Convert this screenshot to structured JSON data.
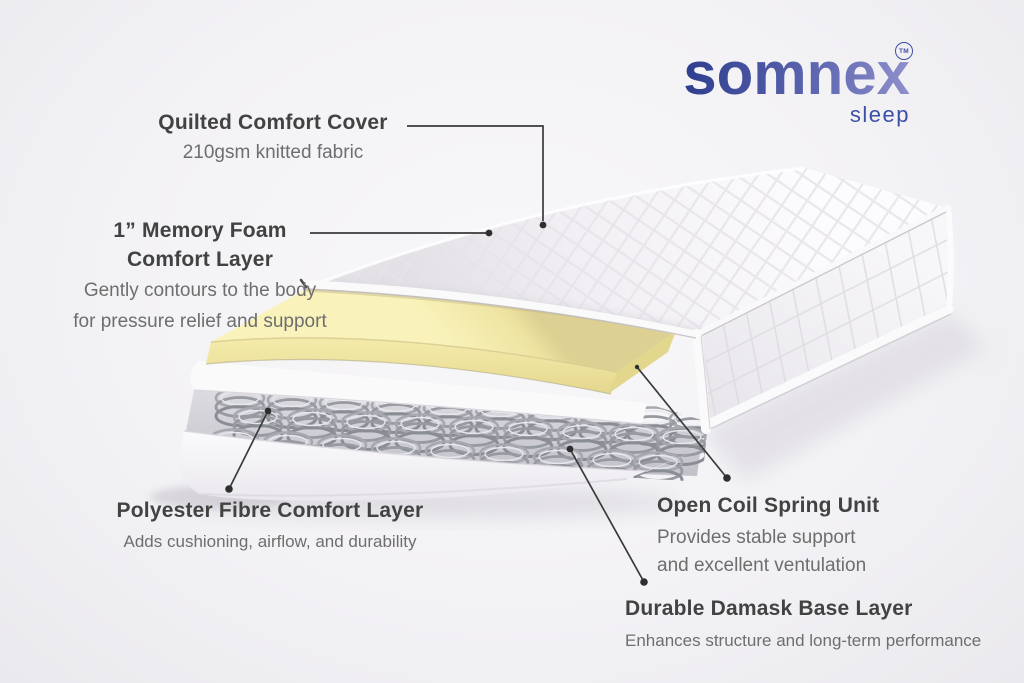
{
  "logo": {
    "brand": "somnex",
    "sub": "sleep",
    "tm": "TM",
    "gradient_from": "#2e3e8e",
    "gradient_to": "#8e90cb",
    "sub_color": "#3c4fa6"
  },
  "labels": {
    "quilted": {
      "title": "Quilted Comfort Cover",
      "desc": "210gsm knitted fabric"
    },
    "memory_foam": {
      "title_line1": "1” Memory Foam",
      "title_line2": "Comfort Layer",
      "desc_line1": "Gently contours to the body",
      "desc_line2": "for pressure relief and support"
    },
    "polyester": {
      "title": "Polyester Fibre Comfort Layer",
      "desc": "Adds cushioning, airflow, and durability"
    },
    "open_coil": {
      "title": "Open Coil Spring Unit",
      "desc_line1": "Provides stable support",
      "desc_line2": "and excellent ventulation"
    },
    "damask": {
      "title": "Durable Damask Base Layer",
      "desc": "Enhances structure and long-term performance"
    }
  },
  "colors": {
    "heading_text": "#424242",
    "desc_text": "#6e6e6e",
    "leader_line": "#3a3a3a",
    "foam_yellow": "#f3e9a8",
    "background": "#f3f2f5"
  },
  "diagram": {
    "subject": "mattress cutaway cross-section"
  }
}
